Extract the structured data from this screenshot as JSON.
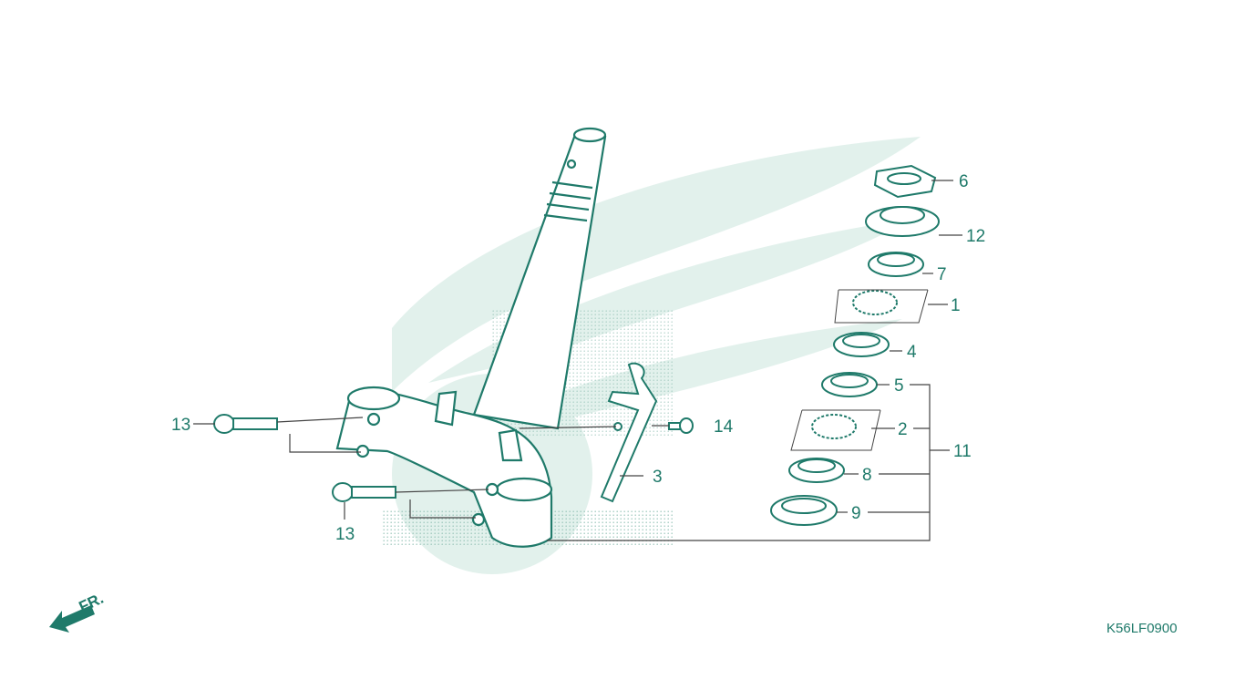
{
  "diagram": {
    "code": "K56LF0900",
    "front_label": "FR.",
    "callouts": {
      "c1": "1",
      "c2": "2",
      "c3": "3",
      "c4": "4",
      "c5": "5",
      "c6": "6",
      "c7": "7",
      "c8": "8",
      "c9": "9",
      "c11": "11",
      "c12": "12",
      "c13a": "13",
      "c13b": "13",
      "c14": "14"
    }
  },
  "colors": {
    "ink": "#1f7a6a",
    "watermark": "#e2f1ec",
    "leader": "#444444"
  }
}
